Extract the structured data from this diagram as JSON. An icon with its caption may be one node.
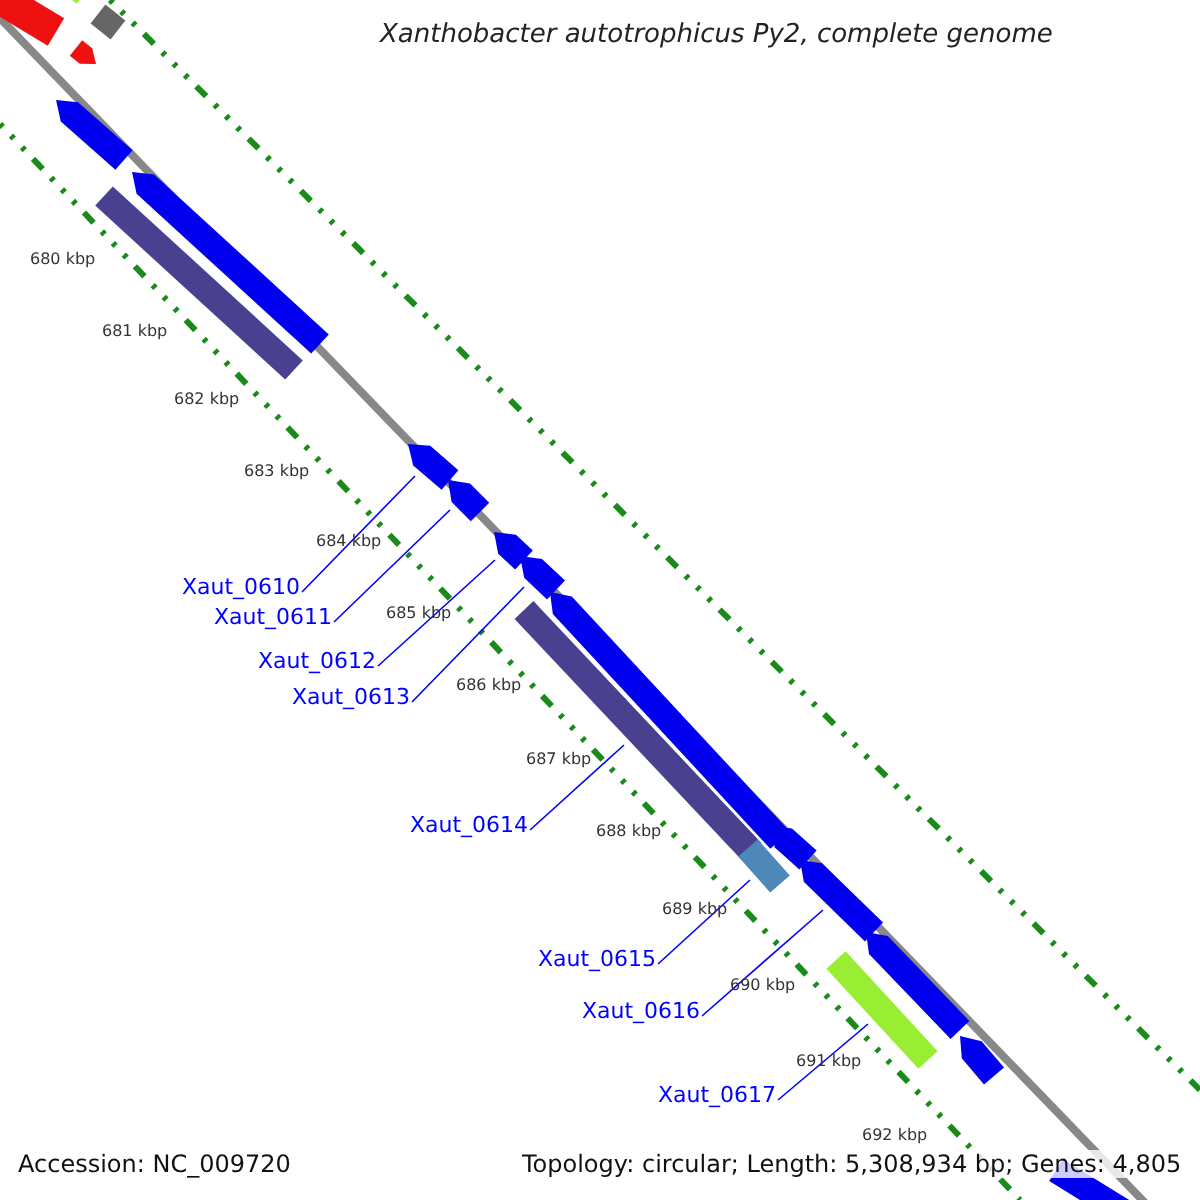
{
  "diagram": {
    "title": "Xanthobacter autotrophicus Py2, complete genome",
    "nodes": [
      {
        "text": [
          "Xaut_0610"
        ]
      },
      {
        "text": [
          "Xaut_0611"
        ]
      },
      {
        "text": [
          "Xaut_0612"
        ]
      },
      {
        "text": [
          "Xaut_0613"
        ]
      },
      {
        "text": [
          "Xaut_0614"
        ]
      },
      {
        "text": [
          "Xaut_0615"
        ]
      },
      {
        "text": [
          "Xaut_0616"
        ]
      },
      {
        "text": [
          "Xaut_0617"
        ]
      },
      {
        "text": [],
        "shape": "bar"
      },
      {
        "text": [],
        "shape": "bar"
      },
      {
        "text": [],
        "shape": "bar"
      },
      {
        "text": [],
        "shape": "bar"
      },
      {
        "text": [],
        "shape": "bar"
      },
      {
        "text": [],
        "shape": "bar"
      },
      {
        "text": [],
        "shape": "bar"
      },
      {
        "text": [],
        "shape": "bar"
      },
      {
        "text": [],
        "shape": "bar"
      },
      {
        "text": [],
        "shape": "bar"
      },
      {
        "text": [],
        "shape": "bar"
      },
      {
        "text": [],
        "shape": "bar"
      },
      {
        "text": [],
        "shape": "bar"
      },
      {
        "text": [],
        "shape": "bar"
      },
      {
        "text": [],
        "shape": "bar"
      },
      {
        "text": [],
        "shape": "bar"
      },
      {
        "text": [],
        "shape": "bar"
      },
      {
        "text": [],
        "shape": "bar"
      },
      {
        "text": [],
        "shape": "bar"
      },
      {
        "text": [],
        "shape": "bar"
      }
    ],
    "edges": [
      {
        "from": 0,
        "to": 15,
        "arrow": "none"
      },
      {
        "from": 1,
        "to": 16,
        "arrow": "none"
      },
      {
        "from": 2,
        "to": 17,
        "arrow": "none"
      },
      {
        "from": 3,
        "to": 18,
        "arrow": "none"
      },
      {
        "from": 4,
        "to": 20,
        "arrow": "none"
      },
      {
        "from": 5,
        "to": 21,
        "arrow": "none"
      },
      {
        "from": 6,
        "to": 23,
        "arrow": "none"
      },
      {
        "from": 7,
        "to": 25,
        "arrow": "none"
      }
    ],
    "labels": [
      "680 kbp",
      "681 kbp",
      "682 kbp",
      "683 kbp",
      "684 kbp",
      "685 kbp",
      "686 kbp",
      "687 kbp",
      "688 kbp",
      "689 kbp",
      "690 kbp",
      "691 kbp",
      "692 kbp",
      "Accession: NC_009720",
      "Topology: circular; Length: 5,308,934 bp; Genes: 4,805"
    ]
  }
}
